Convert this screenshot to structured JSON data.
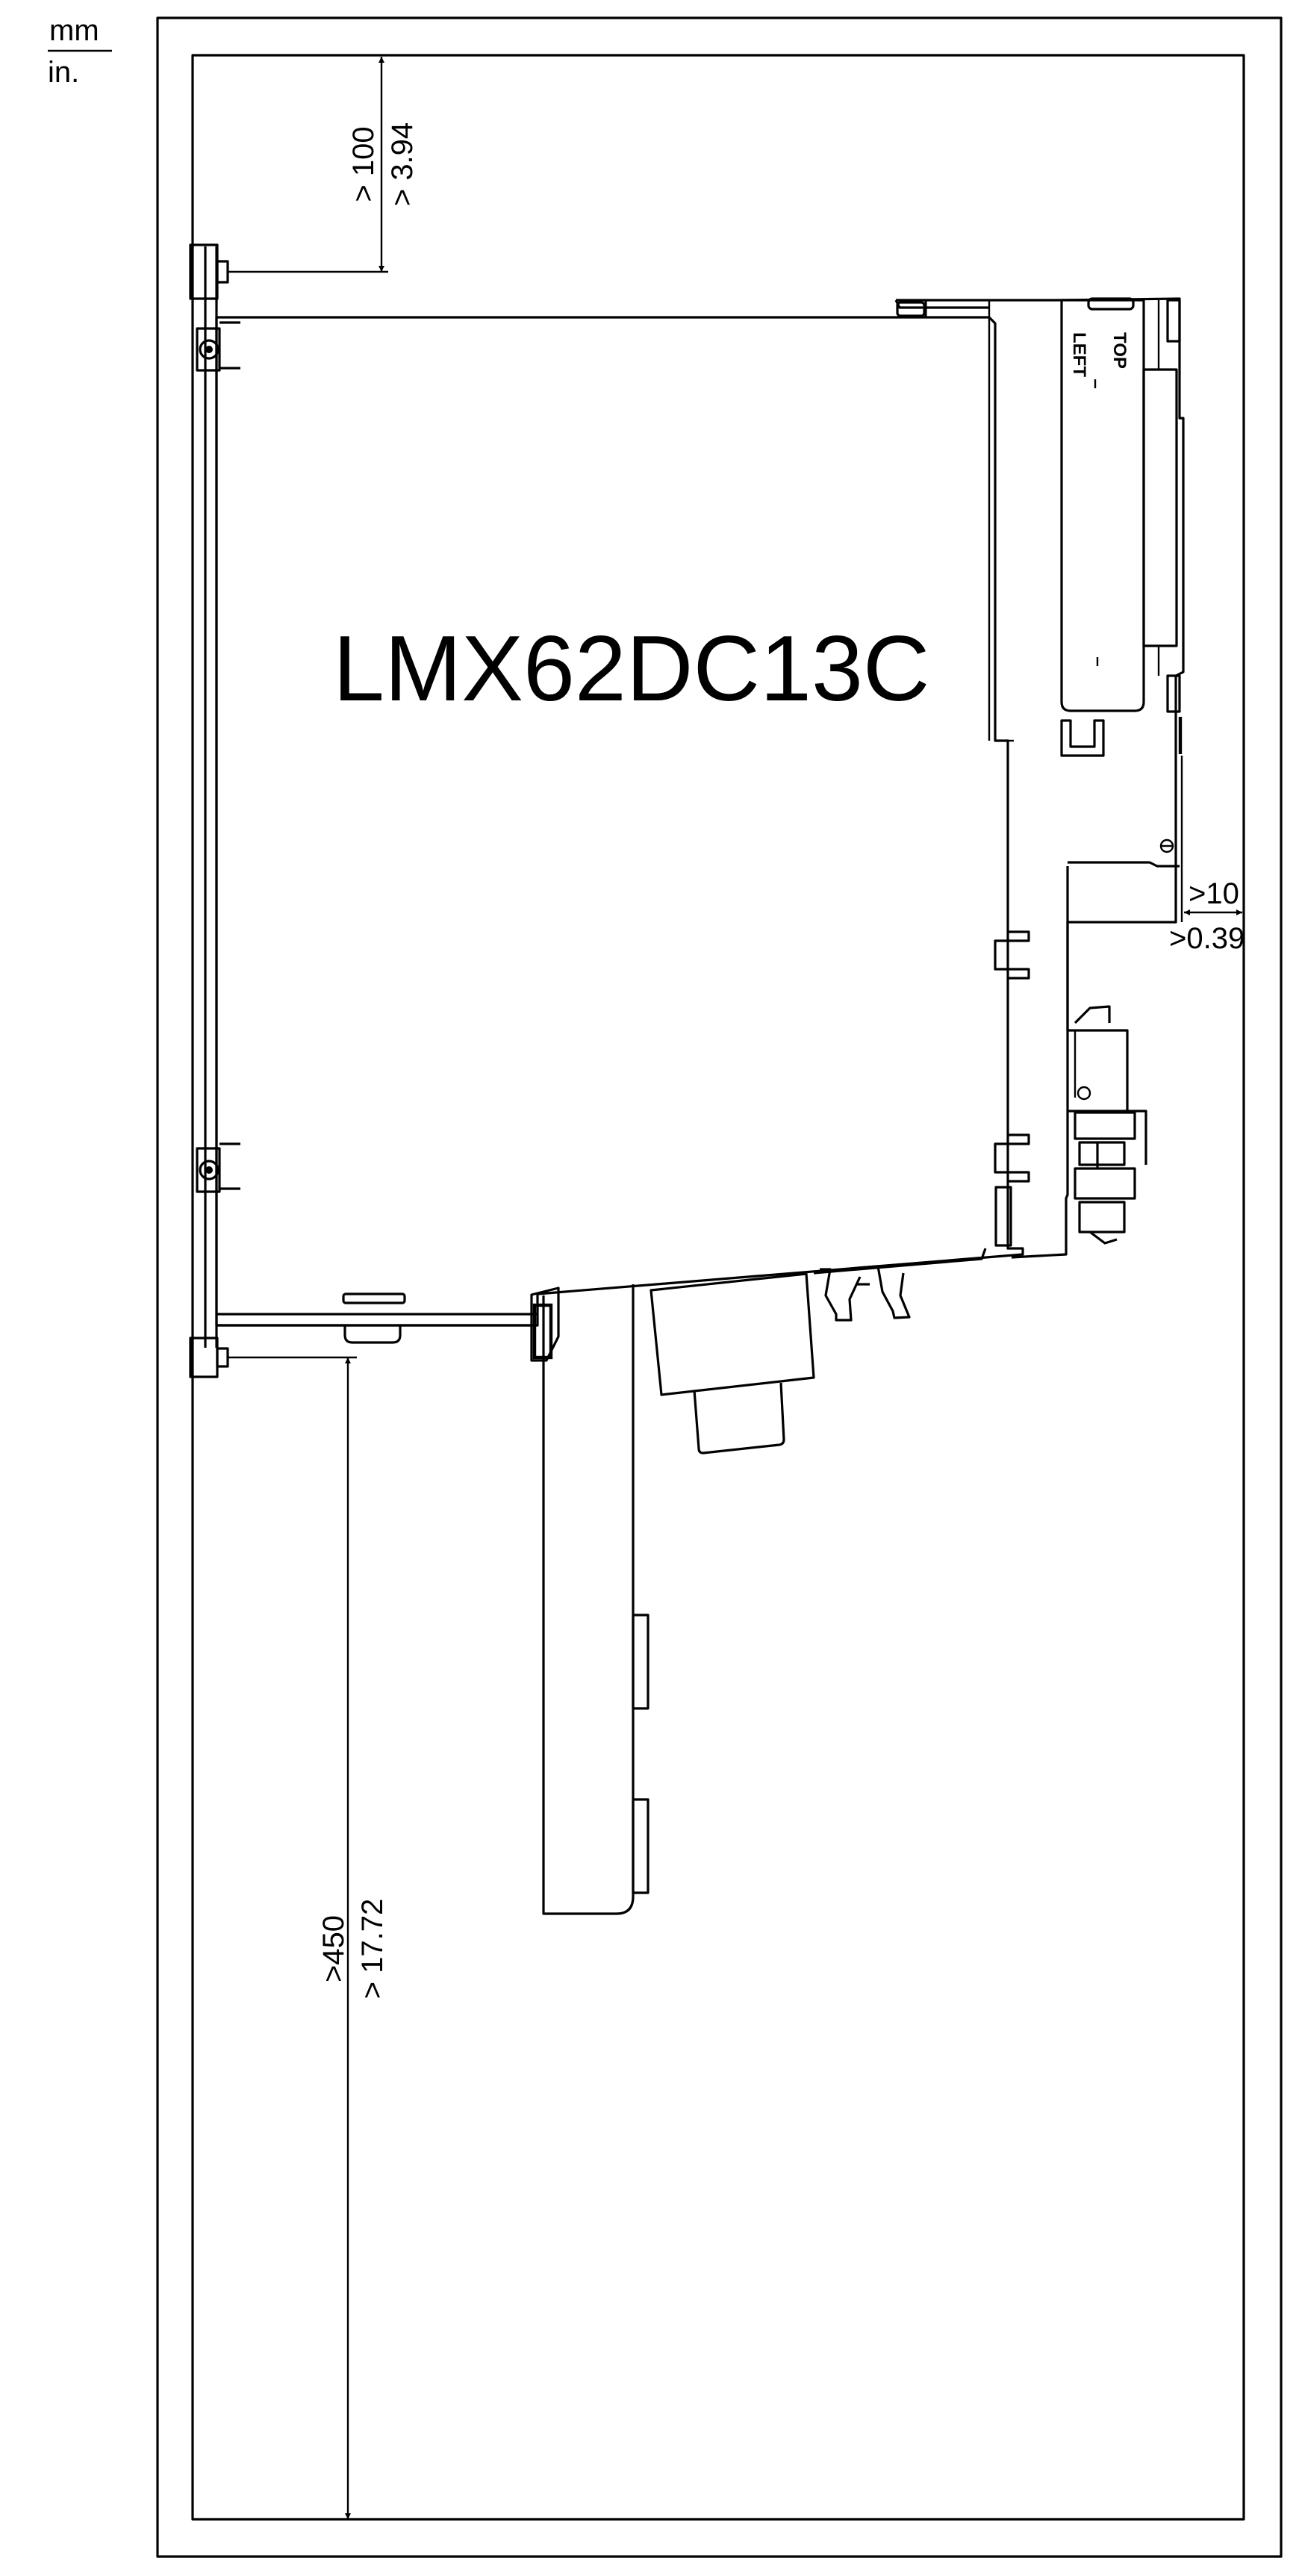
{
  "units": {
    "top": "mm",
    "bottom": "in."
  },
  "device": {
    "model": "LMX62DC13C",
    "label_left": "LEFT",
    "label_top": "TOP"
  },
  "clearances": {
    "top": {
      "mm": "> 100",
      "in": "> 3.94"
    },
    "right": {
      "mm": ">10",
      "in": ">0.39"
    },
    "bottom": {
      "mm": ">450",
      "in": "> 17.72"
    }
  },
  "icons": [
    "dimension-arrow-icon",
    "screw-icon"
  ]
}
